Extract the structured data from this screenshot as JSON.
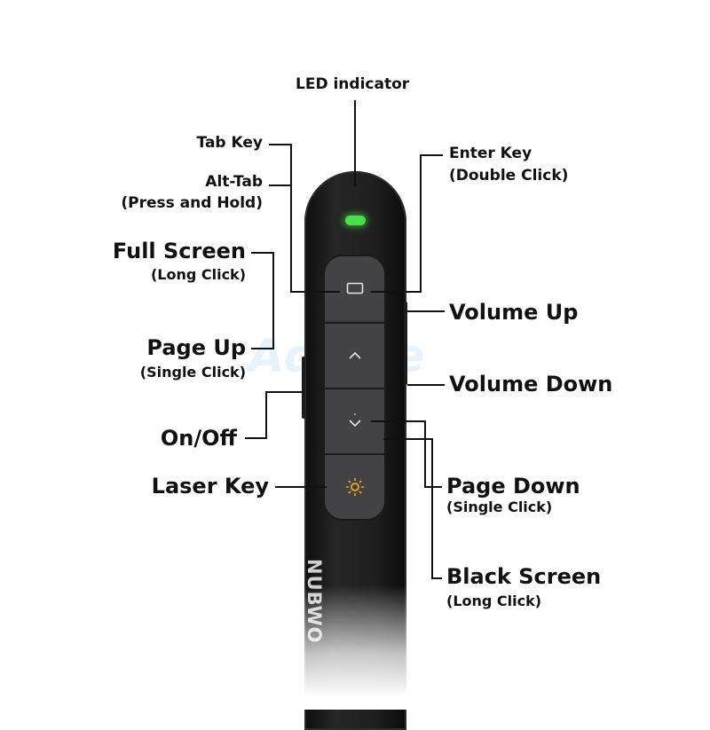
{
  "labels": {
    "led_indicator": "LED indicator",
    "tab_key": "Tab Key",
    "alt_tab": "Alt-Tab",
    "alt_tab_note": "(Press and Hold)",
    "full_screen": "Full Screen",
    "full_screen_note": "(Long Click)",
    "page_up": "Page Up",
    "page_up_note": "(Single Click)",
    "on_off": "On/Off",
    "laser_key": "Laser Key",
    "enter_key": "Enter Key",
    "enter_key_note": "(Double Click)",
    "volume_up": "Volume Up",
    "volume_down": "Volume Down",
    "page_down": "Page Down",
    "page_down_note": "(Single Click)",
    "black_screen": "Black Screen",
    "black_screen_note": "(Long Click)"
  },
  "device": {
    "brand": "NUBWO",
    "led_color": "#4be04b",
    "body_color": "#1e1e1e",
    "keys": [
      "screen-icon",
      "chevron-up-icon",
      "chevron-down-icon",
      "sun-icon"
    ],
    "laser_icon_color": "#f5a623"
  },
  "watermark": "Advice"
}
